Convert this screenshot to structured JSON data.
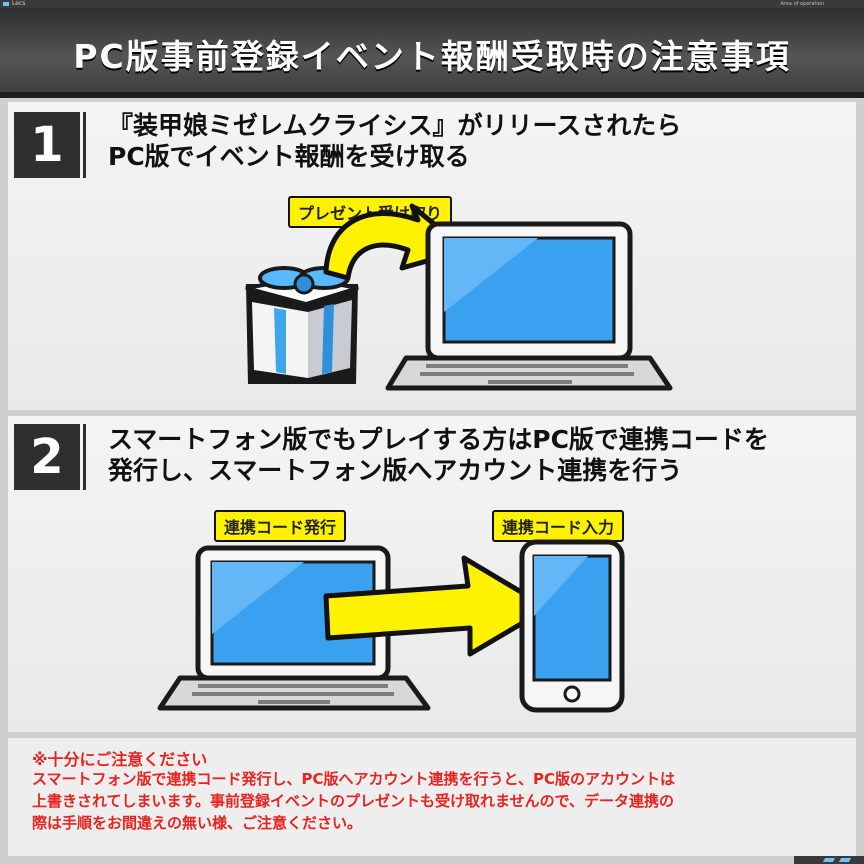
{
  "topbar": {
    "label": "Lecs",
    "right": "Area of operation"
  },
  "title": "PC版事前登録イベント報酬受取時の注意事項",
  "step1": {
    "number": "1",
    "line1": "『装甲娘ミゼレムクライシス』がリリースされたら",
    "line2": "PC版でイベント報酬を受け取る",
    "label": "プレゼント受け取り"
  },
  "step2": {
    "number": "2",
    "line1": "スマートフォン版でもプレイする方はPC版で連携コードを",
    "line2": "発行し、スマートフォン版へアカウント連携を行う",
    "label_left": "連携コード発行",
    "label_right": "連携コード入力"
  },
  "notice": {
    "heading": "※十分にご注意ください",
    "line1": "スマートフォン版で連携コード発行し、PC版へアカウント連携を行うと、PC版のアカウントは",
    "line2": "上書きされてしまいます。事前登録イベントのプレゼントも受け取れませんので、データ連携の",
    "line3": "際は手順をお間違えの無い様、ご注意ください。"
  },
  "colors": {
    "accent_yellow": "#fff200",
    "screen_blue": "#3aa0f0",
    "warning_red": "#e8231f",
    "header_dark": "#3b3b3b"
  }
}
